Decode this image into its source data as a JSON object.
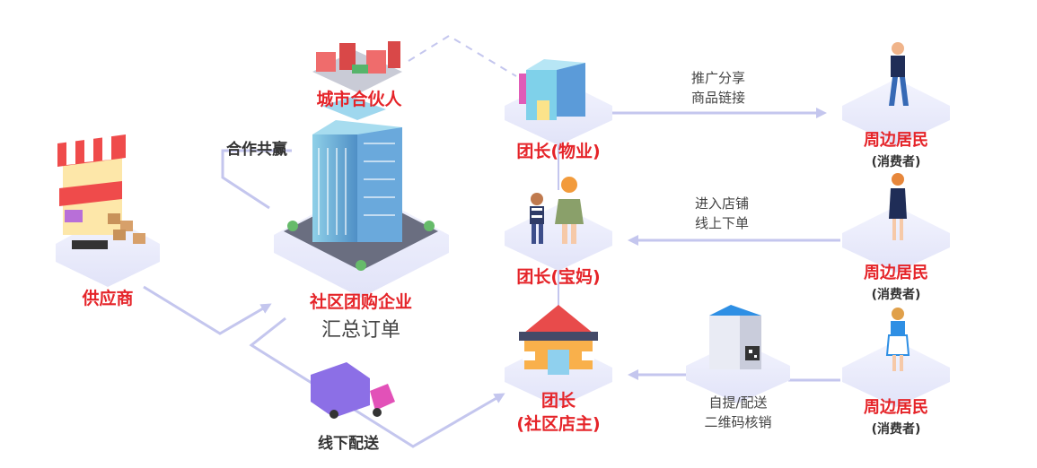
{
  "nodes": {
    "supplier": {
      "label": "供应商"
    },
    "enterprise": {
      "label": "社区团购企业",
      "sublabel": "汇总订单"
    },
    "city_partner": {
      "label": "城市合伙人"
    },
    "leader_property": {
      "label": "团长(物业)"
    },
    "leader_mom": {
      "label": "团长(宝妈)"
    },
    "leader_store": {
      "label_line1": "团长",
      "label_line2": "(社区店主)"
    },
    "residents": [
      {
        "label": "周边居民",
        "sublabel": "(消费者)"
      },
      {
        "label": "周边居民",
        "sublabel": "(消费者)"
      },
      {
        "label": "周边居民",
        "sublabel": "(消费者)"
      }
    ]
  },
  "edges": {
    "cooperate": "合作共赢",
    "offline_delivery": "线下配送",
    "share": {
      "line1": "推广分享",
      "line2": "商品链接"
    },
    "order": {
      "line1": "进入店铺",
      "line2": "线上下单"
    },
    "pickup": {
      "line1": "自提/配送",
      "line2": "二维码核销"
    }
  },
  "colors": {
    "accent_red": "#e52429",
    "platform": "#eceefc",
    "connector": "#c4c6ee",
    "building_blue": "#5b9bd9"
  }
}
